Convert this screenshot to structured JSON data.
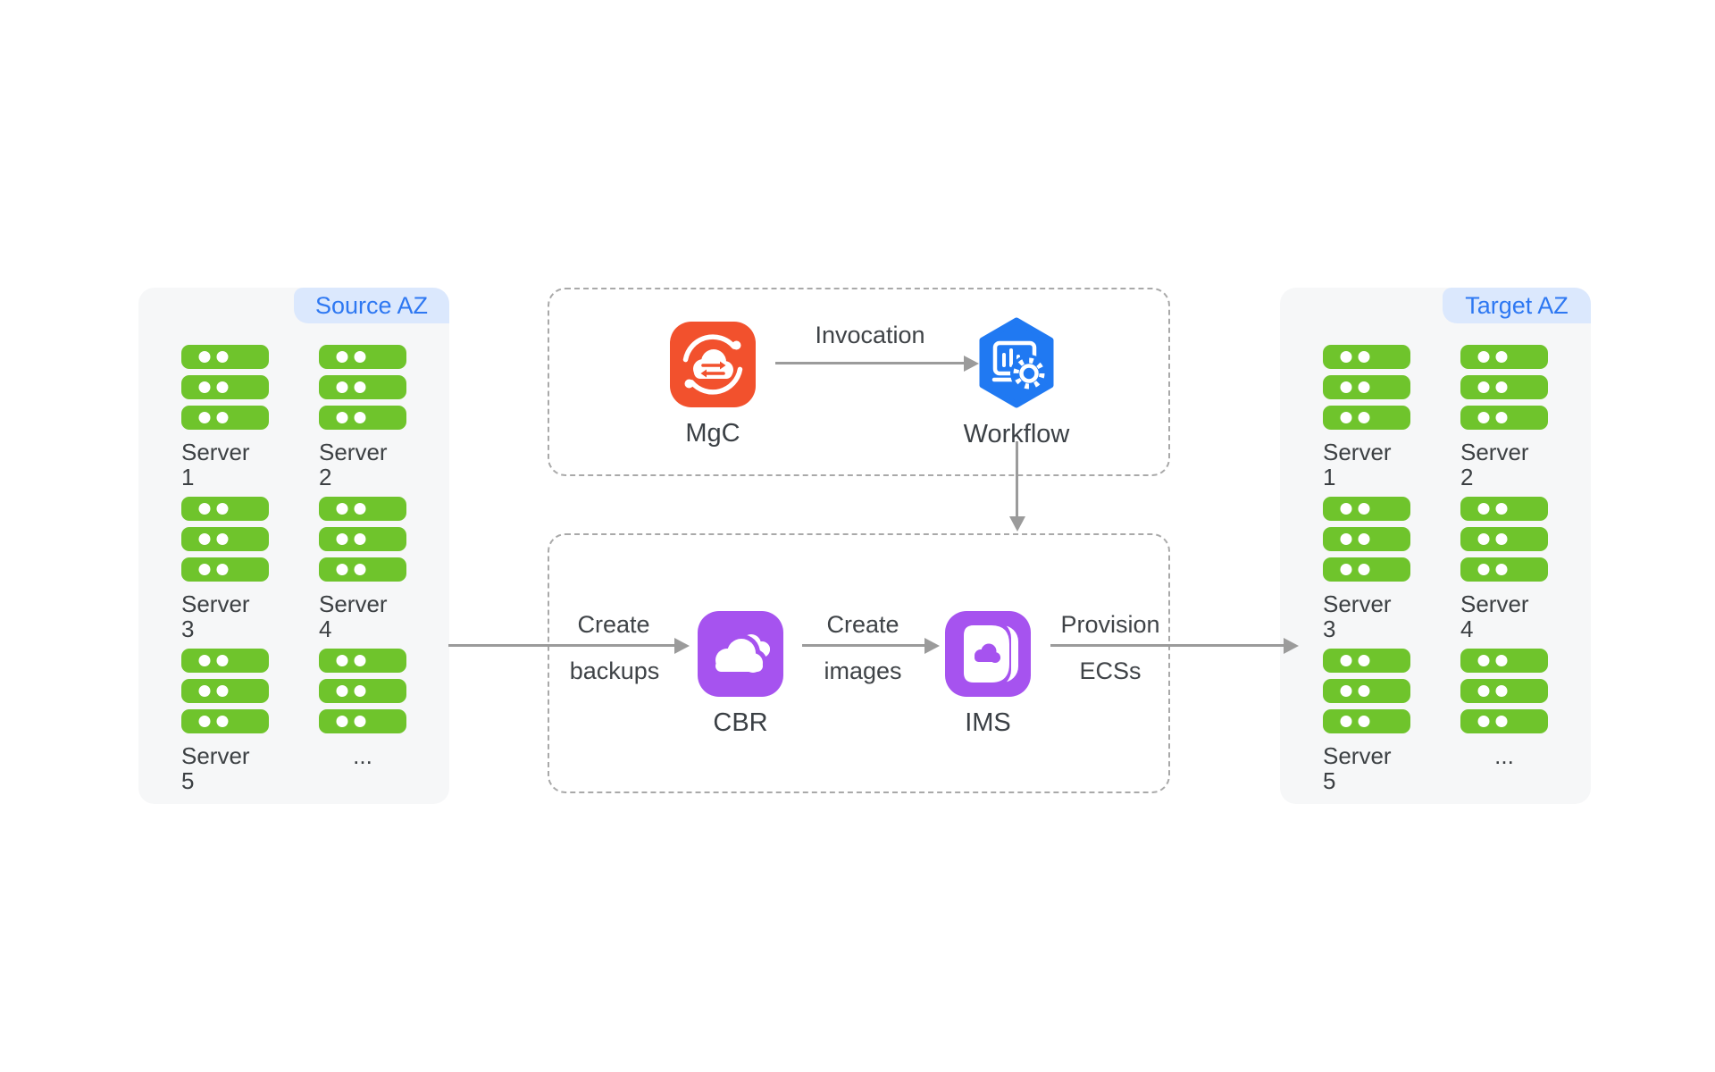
{
  "diagram": {
    "type": "architecture-flow",
    "colors": {
      "panel_bg": "#f6f7f8",
      "az_tab_bg": "#dbe8fd",
      "az_tab_text": "#2e78f2",
      "server_green": "#6fc42c",
      "mgc_orange": "#f2512d",
      "workflow_blue": "#2079f2",
      "service_purple": "#a653ef",
      "arrow_gray": "#9b9b9b",
      "dashed_border": "#a9a9a9",
      "text_dark": "#3c4043"
    }
  },
  "source_az": {
    "label": "Source AZ",
    "servers": [
      "Server 1",
      "Server 2",
      "Server 3",
      "Server 4",
      "Server 5",
      "..."
    ]
  },
  "target_az": {
    "label": "Target AZ",
    "servers": [
      "Server 1",
      "Server 2",
      "Server 3",
      "Server 4",
      "Server 5",
      "..."
    ]
  },
  "workflow_box": {
    "mgc": "MgC",
    "workflow": "Workflow",
    "invocation": "Invocation"
  },
  "provision_box": {
    "cbr": "CBR",
    "ims": "IMS",
    "create_backups_line1": "Create",
    "create_backups_line2": "backups",
    "create_images_line1": "Create",
    "create_images_line2": "images",
    "provision_line1": "Provision",
    "provision_line2": "ECSs"
  }
}
